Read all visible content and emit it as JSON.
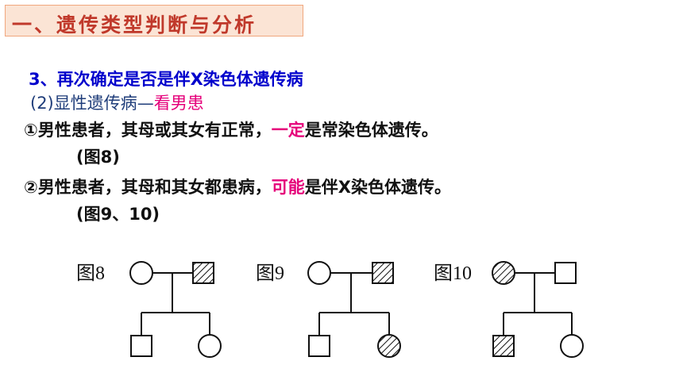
{
  "title": "一、遗传类型判断与分析",
  "line1": "3、再次确定是否是伴X染色体遗传病",
  "line2": {
    "prefix": "(2)显性遗传病—",
    "highlight": "看男患"
  },
  "line3": {
    "prefix": "①男性患者，其母或其女有正常，",
    "highlight": "一定",
    "suffix": "是常染色体遗传。"
  },
  "line4": "(图8)",
  "line5": {
    "prefix": "②男性患者，其母和其女都患病，",
    "highlight": "可能",
    "suffix": "是伴X染色体遗传。"
  },
  "line6": "(图9、10)",
  "figures": [
    {
      "label": "图8",
      "mother": "unaffected",
      "father": "affected",
      "son": "unaffected",
      "daughter": "unaffected"
    },
    {
      "label": "图9",
      "mother": "unaffected",
      "father": "affected",
      "son": "unaffected",
      "daughter": "affected"
    },
    {
      "label": "图10",
      "mother": "affected",
      "father": "unaffected",
      "son": "affected",
      "daughter": "unaffected"
    }
  ],
  "colors": {
    "title_text": "#c0392b",
    "title_bg": "#fbe4d5",
    "blue_text": "#0000cc",
    "highlight": "#e5007a"
  }
}
